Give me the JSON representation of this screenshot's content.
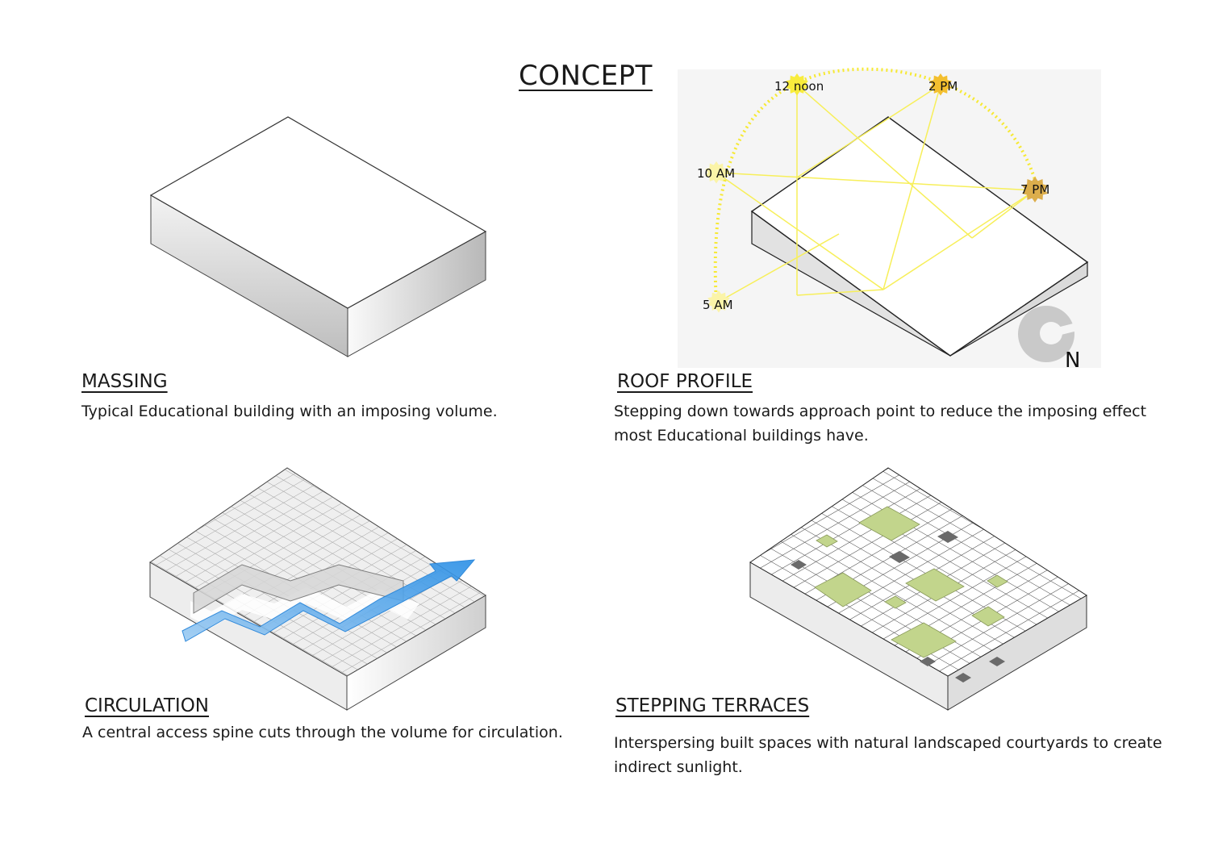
{
  "title": "CONCEPT",
  "sections": [
    {
      "id": "massing",
      "title": "MASSING",
      "body": "Typical Educational building with an imposing volume."
    },
    {
      "id": "roof-profile",
      "title": "ROOF PROFILE",
      "body": "Stepping down towards approach point to reduce the imposing effect most Educational buildings have."
    },
    {
      "id": "circulation",
      "title": "CIRCULATION",
      "body": "A central access spine cuts through the volume for circulation."
    },
    {
      "id": "stepping-terraces",
      "title": "STEPPING TERRACES",
      "body": "Interspersing built spaces with natural landscaped courtyards to create indirect sunlight."
    }
  ],
  "sun_positions": [
    {
      "label": "12 noon",
      "color": "#f8ec3c"
    },
    {
      "label": "2 PM",
      "color": "#f3bf2e"
    },
    {
      "label": "10 AM",
      "color": "#fbf4a8"
    },
    {
      "label": "7 PM",
      "color": "#dcae4c"
    },
    {
      "label": "5 AM",
      "color": "#fbf4a8"
    }
  ],
  "compass_label": "N",
  "colors": {
    "sun_path": "#f6e933",
    "arrow": "#3f9ee8",
    "courtyard": "#c2d58c",
    "grid": "#555555"
  }
}
